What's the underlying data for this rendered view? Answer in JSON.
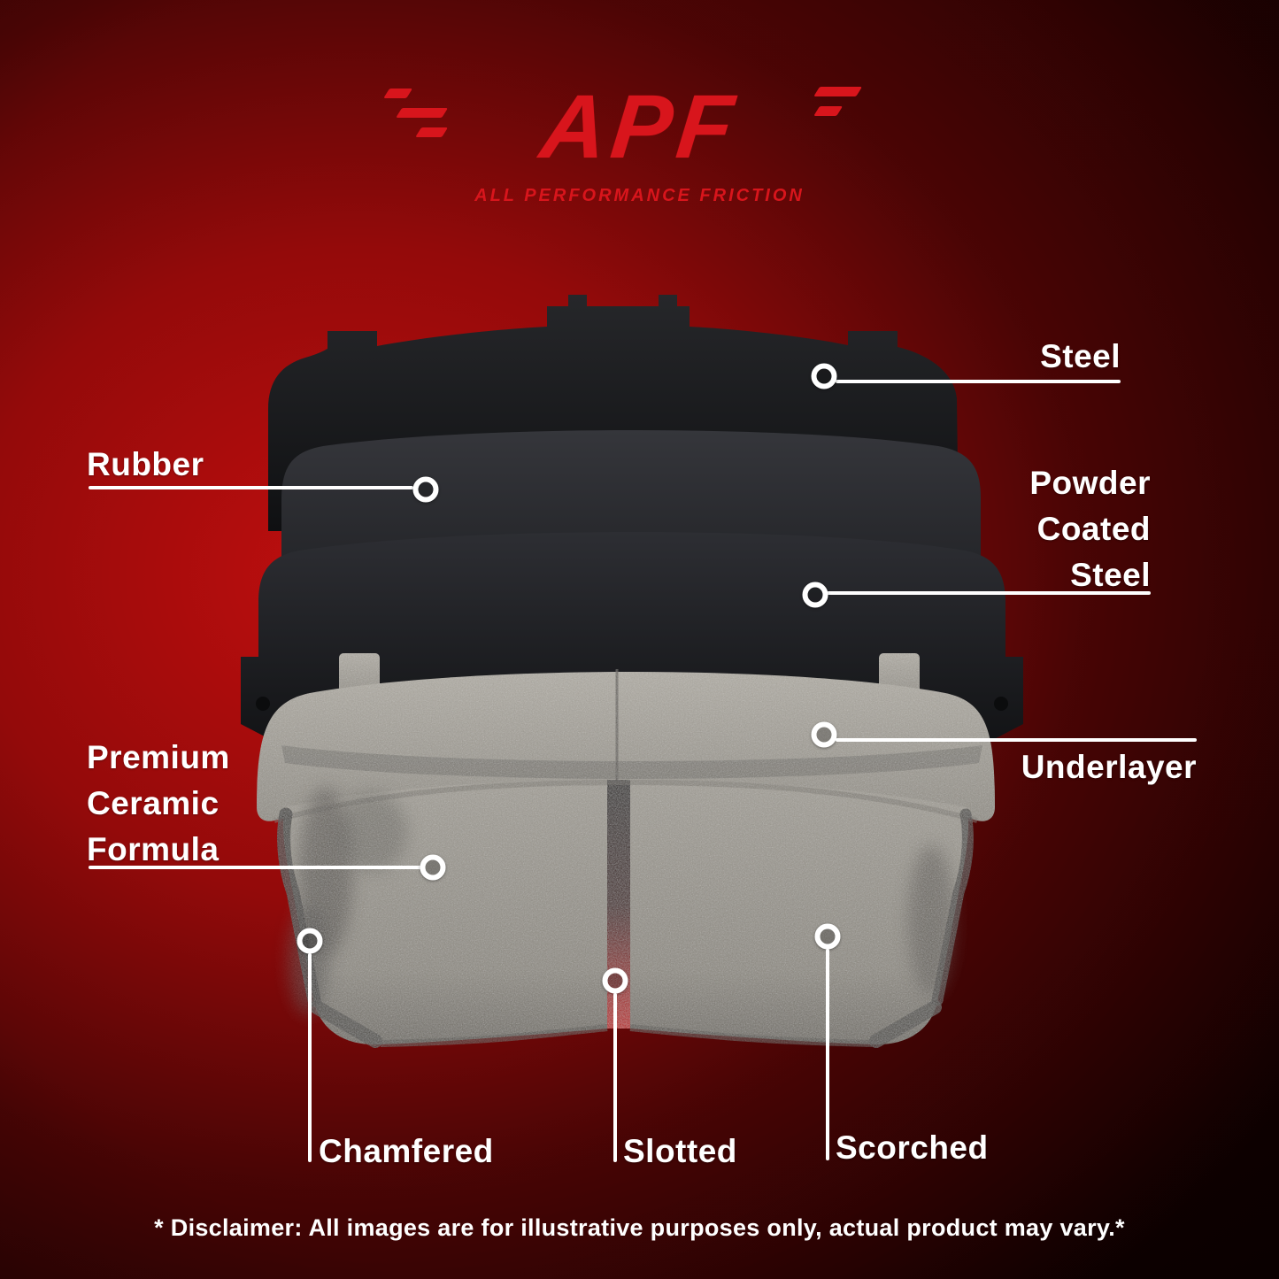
{
  "brand": {
    "logo_text": "APF",
    "tagline": "ALL PERFORMANCE FRICTION"
  },
  "callouts": {
    "steel": {
      "label": "Steel"
    },
    "rubber": {
      "label": "Rubber"
    },
    "powder_coated_steel": {
      "lines": [
        "Powder",
        "Coated",
        "Steel"
      ]
    },
    "underlayer": {
      "label": "Underlayer"
    },
    "premium_ceramic_formula": {
      "lines": [
        "Premium",
        "Ceramic",
        "Formula"
      ]
    },
    "chamfered": {
      "label": "Chamfered"
    },
    "slotted": {
      "label": "Slotted"
    },
    "scorched": {
      "label": "Scorched"
    }
  },
  "disclaimer": "* Disclaimer: All images are for illustrative purposes only, actual product may vary.*",
  "colors": {
    "accent_red": "#d8151c",
    "background_red": "#b40f0f",
    "label_white": "#ffffff",
    "steel_plate_dark": "#1d1e20",
    "ceramic_gray": "#9b978e"
  }
}
